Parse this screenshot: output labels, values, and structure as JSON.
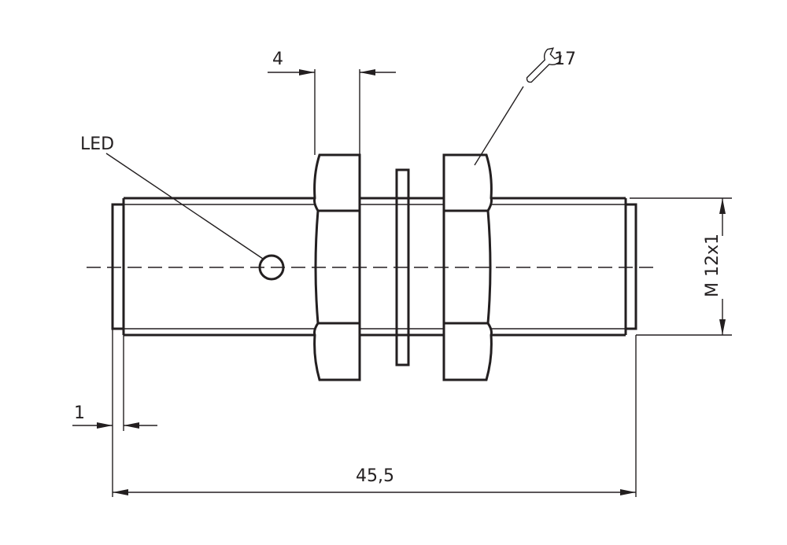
{
  "drawing": {
    "led_label": "LED",
    "dim_nut_width": "4",
    "wrench_size": "17",
    "thread_label": "M 12x1",
    "dim_end_cap": "1",
    "dim_total_length": "45,5"
  },
  "colors": {
    "line": "#231f20",
    "background": "#ffffff"
  }
}
